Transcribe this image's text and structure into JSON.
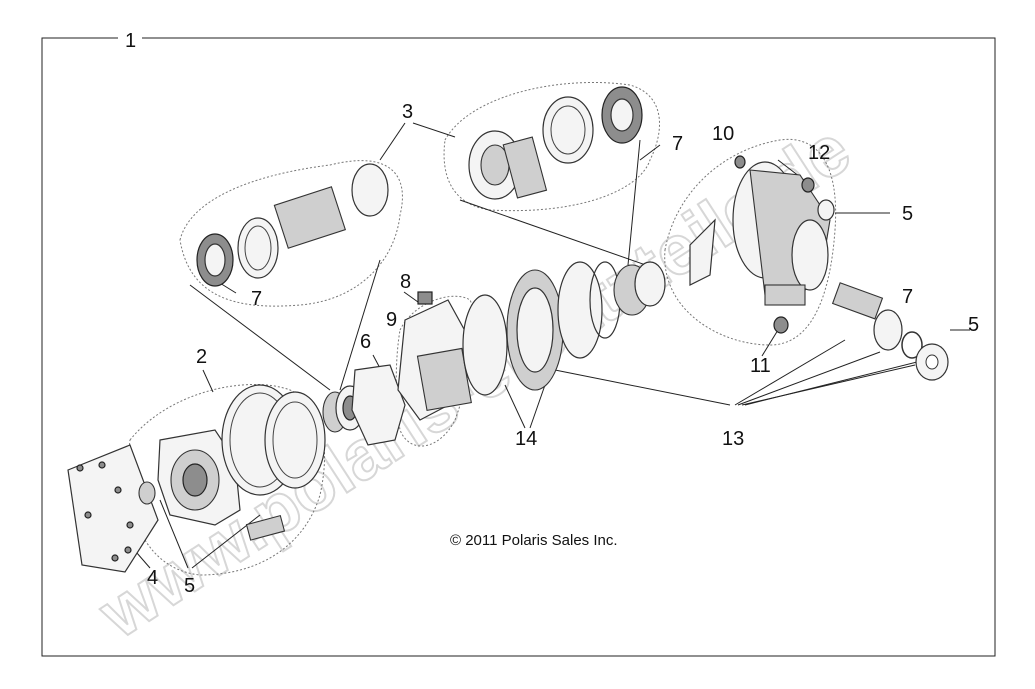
{
  "diagram": {
    "copyright": "© 2011 Polaris Sales Inc.",
    "watermark": "www.polaris-ersatzteile.de",
    "callouts": {
      "c1": "1",
      "c2": "2",
      "c3": "3",
      "c4": "4",
      "c5a": "5",
      "c5b": "5",
      "c5c": "5",
      "c6": "6",
      "c7a": "7",
      "c7b": "7",
      "c7c": "7",
      "c8": "8",
      "c9": "9",
      "c10": "10",
      "c11": "11",
      "c12": "12",
      "c13": "13",
      "c14": "14"
    }
  }
}
